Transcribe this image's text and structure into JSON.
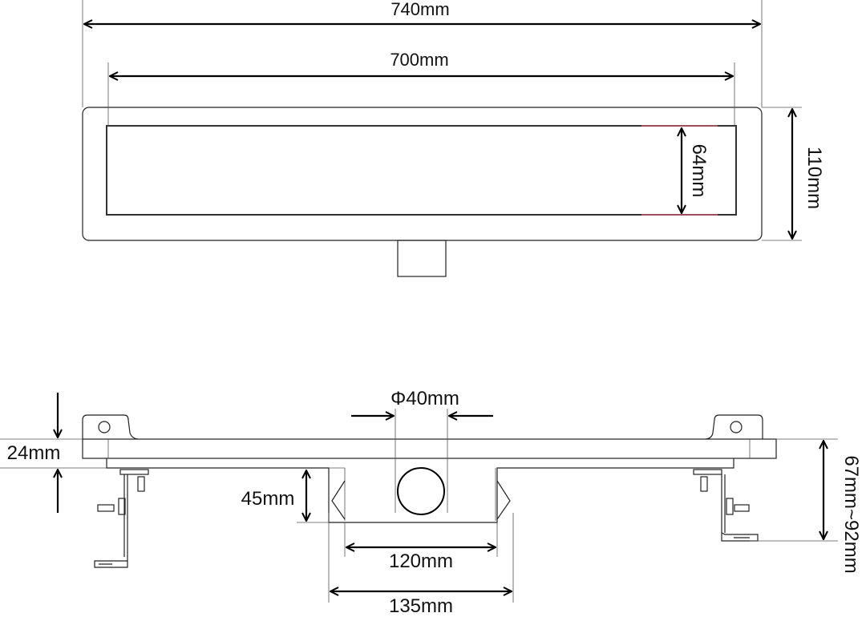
{
  "top_view": {
    "overall_length": "740mm",
    "grate_length": "700mm",
    "grate_width": "64mm",
    "overall_width": "110mm"
  },
  "side_view": {
    "outlet_diameter": "Φ40mm",
    "flange_height": "24mm",
    "channel_depth": "45mm",
    "channel_inner_width": "120mm",
    "channel_outer_width": "135mm",
    "adjustable_height": "67mm~92mm"
  }
}
